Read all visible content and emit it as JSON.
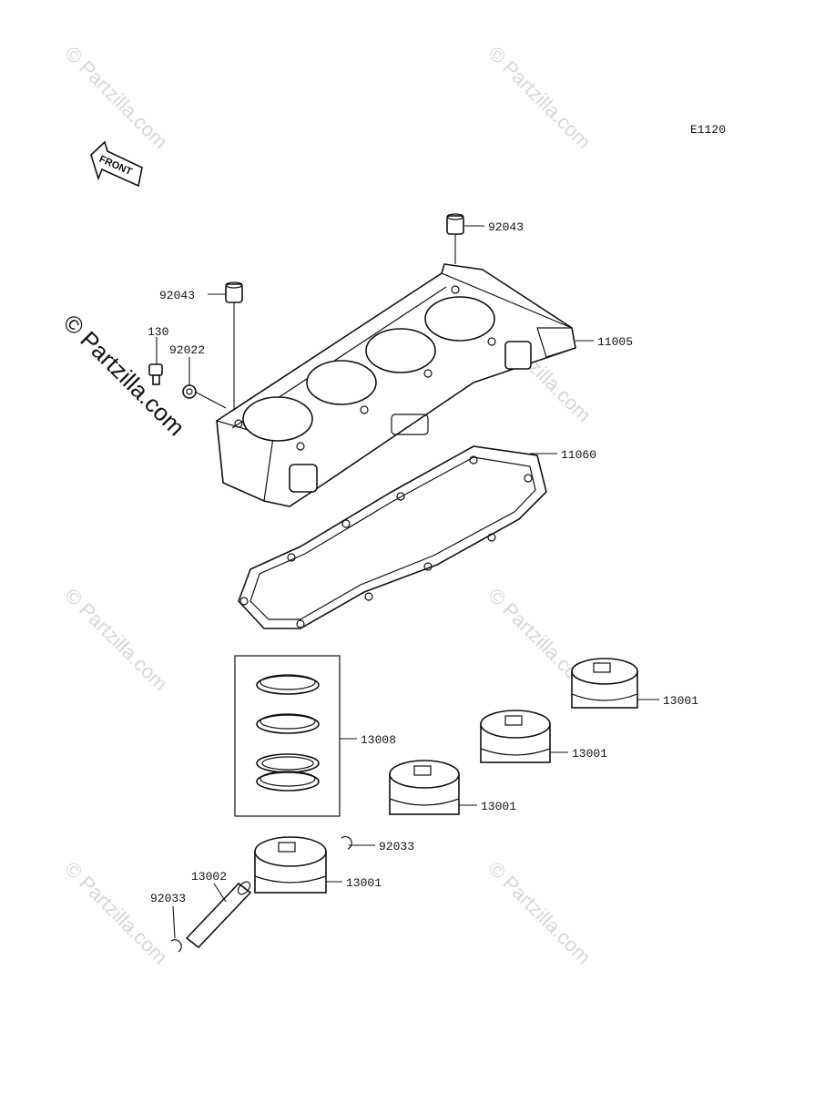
{
  "diagram": {
    "code": "E1120",
    "front_arrow_text": "FRONT",
    "watermark_text": "© Partzilla.com",
    "callouts": {
      "pin_top": "92043",
      "pin_left": "92043",
      "bolt": "130",
      "washer": "92022",
      "cylinder": "11005",
      "gasket": "11060",
      "rings": "13008",
      "piston_1": "13001",
      "piston_2": "13001",
      "piston_3": "13001",
      "piston_4": "13001",
      "clip_right": "92033",
      "piston_pin": "13002",
      "clip_left": "92033"
    }
  },
  "colors": {
    "line": "#111111",
    "watermark": "#d6d6d6",
    "background": "#ffffff"
  }
}
